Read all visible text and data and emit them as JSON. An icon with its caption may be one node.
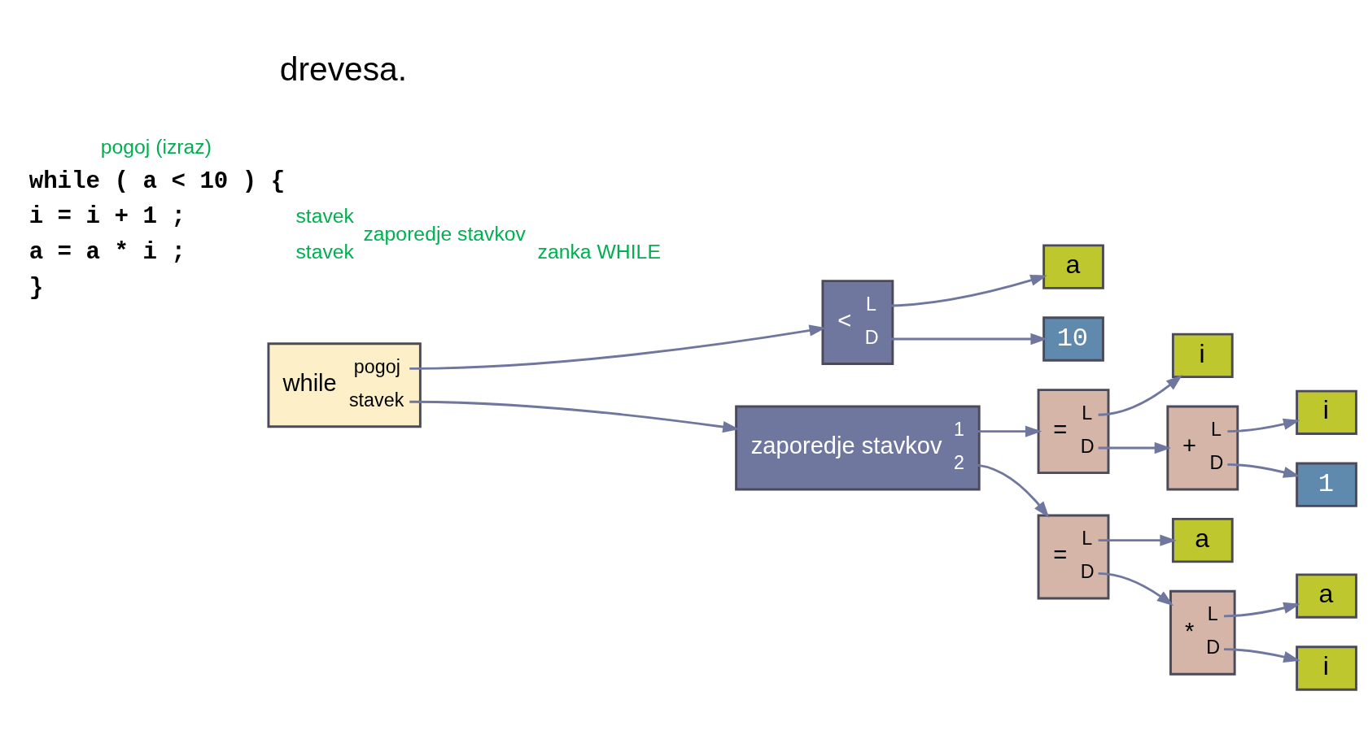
{
  "diagram": {
    "nodes": [
      {
        "text": [
          "while",
          "pogoj",
          "stavek"
        ]
      },
      {
        "text": [
          "<",
          "L",
          "D"
        ]
      },
      {
        "text": [
          "a"
        ]
      },
      {
        "text": [
          "10"
        ]
      },
      {
        "text": [
          "zaporedje stavkov",
          "1",
          "2"
        ]
      },
      {
        "text": [
          "=",
          "L",
          "D"
        ]
      },
      {
        "text": [
          "i"
        ]
      },
      {
        "text": [
          "+",
          "L",
          "D"
        ]
      },
      {
        "text": [
          "i"
        ]
      },
      {
        "text": [
          "1"
        ]
      },
      {
        "text": [
          "=",
          "L",
          "D"
        ]
      },
      {
        "text": [
          "a"
        ]
      },
      {
        "text": [
          "*",
          "L",
          "D"
        ]
      },
      {
        "text": [
          "a"
        ]
      },
      {
        "text": [
          "i"
        ]
      }
    ],
    "edges": [
      {
        "from": 0,
        "to": 1,
        "arrow": "to"
      },
      {
        "from": 0,
        "to": 4,
        "arrow": "to"
      },
      {
        "from": 1,
        "to": 2,
        "arrow": "to"
      },
      {
        "from": 1,
        "to": 3,
        "arrow": "to"
      },
      {
        "from": 4,
        "to": 5,
        "arrow": "to"
      },
      {
        "from": 4,
        "to": 10,
        "arrow": "to"
      },
      {
        "from": 5,
        "to": 6,
        "arrow": "to"
      },
      {
        "from": 5,
        "to": 7,
        "arrow": "to"
      },
      {
        "from": 7,
        "to": 8,
        "arrow": "to"
      },
      {
        "from": 7,
        "to": 9,
        "arrow": "to"
      },
      {
        "from": 10,
        "to": 11,
        "arrow": "to"
      },
      {
        "from": 10,
        "to": 12,
        "arrow": "to"
      },
      {
        "from": 12,
        "to": 13,
        "arrow": "to"
      },
      {
        "from": 12,
        "to": 14,
        "arrow": "to"
      }
    ],
    "labels": [
      "drevesa.",
      "pogoj (izraz)",
      "while ( a < 10 ) {",
      "i = i + 1 ;",
      "stavek",
      "zaporedje stavkov",
      "zanka WHILE",
      "a = a * i ;",
      "stavek",
      "}"
    ]
  }
}
